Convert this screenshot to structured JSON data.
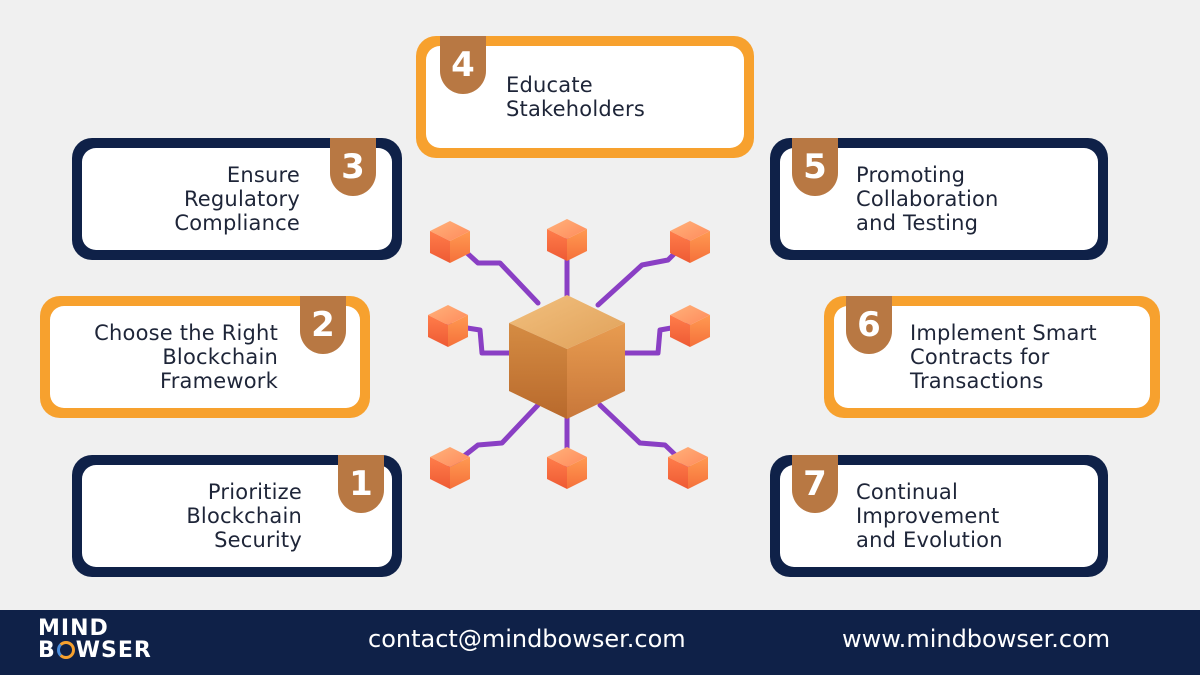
{
  "steps": [
    {
      "number": "1",
      "label_lines": [
        "Prioritize",
        "Blockchain",
        "Security"
      ]
    },
    {
      "number": "2",
      "label_lines": [
        "Choose the Right",
        "Blockchain",
        "Framework"
      ]
    },
    {
      "number": "3",
      "label_lines": [
        "Ensure",
        "Regulatory",
        "Compliance"
      ]
    },
    {
      "number": "4",
      "label_lines": [
        "Educate",
        "Stakeholders"
      ]
    },
    {
      "number": "5",
      "label_lines": [
        "Promoting",
        "Collaboration",
        "and Testing"
      ]
    },
    {
      "number": "6",
      "label_lines": [
        "Implement Smart",
        "Contracts for",
        "Transactions"
      ]
    },
    {
      "number": "7",
      "label_lines": [
        "Continual",
        "Improvement",
        "and Evolution"
      ]
    }
  ],
  "footer": {
    "logo_top": "MIND",
    "logo_bottom_b": "B",
    "logo_bottom_rest": "WSER",
    "contact": "contact@mindbowser.com",
    "website": "www.mindbowser.com"
  },
  "colors": {
    "navy": "#0f2148",
    "orange": "#f7a12e",
    "badge": "#b87843",
    "connector": "#8a3fc4",
    "cube": "#d9934a"
  },
  "icons": {
    "center": "blockchain-network-icon"
  }
}
